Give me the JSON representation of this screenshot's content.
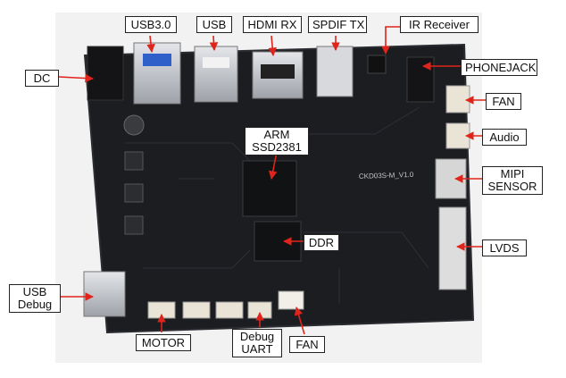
{
  "labels": {
    "dc": "DC",
    "usb30": "USB3.0",
    "usb": "USB",
    "hdmi_rx": "HDMI RX",
    "spdif_tx": "SPDIF TX",
    "ir_receiver": "IR Receiver",
    "phonejack": "PHONEJACK",
    "fan_top": "FAN",
    "audio": "Audio",
    "arm_line1": "ARM",
    "arm_line2": "SSD2381",
    "mipi_line1": "MIPI",
    "mipi_line2": "SENSOR",
    "ddr": "DDR",
    "lvds": "LVDS",
    "usb_debug_line1": "USB",
    "usb_debug_line2": "Debug",
    "motor": "MOTOR",
    "debug_uart_line1": "Debug",
    "debug_uart_line2": "UART",
    "fan_bottom": "FAN"
  },
  "board": {
    "silkscreen": "CKD03S-M_V1.0"
  },
  "colors": {
    "pcb": "#1c1d21",
    "pcb_edge": "#2b2c31",
    "arrow": "#e0241b",
    "metal": "#c9cbcf"
  }
}
